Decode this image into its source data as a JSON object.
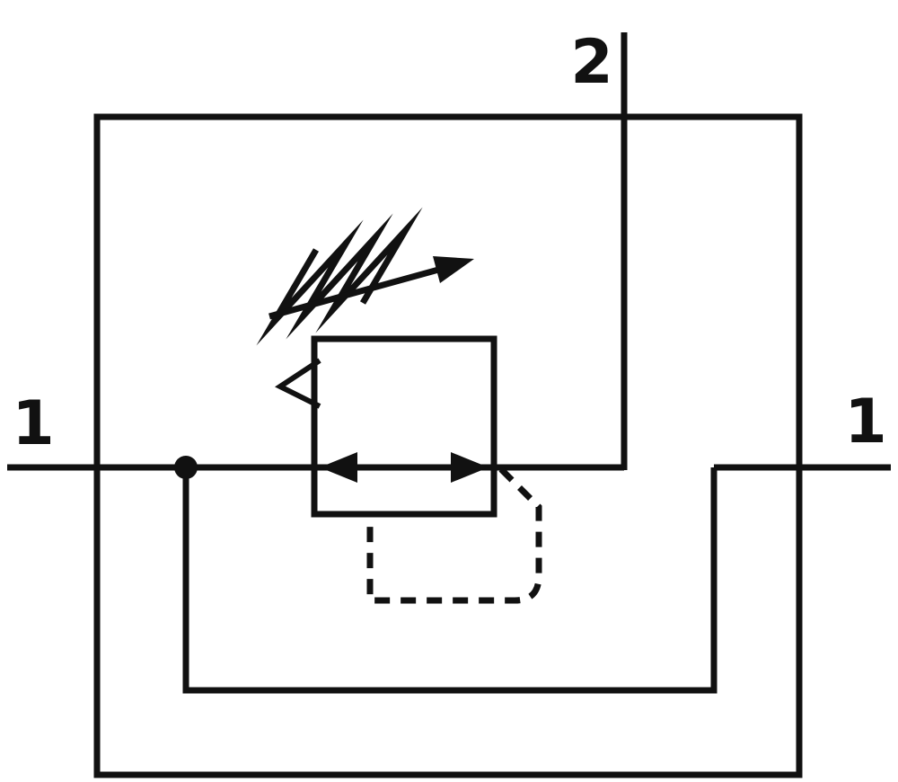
{
  "diagram": {
    "ports": {
      "port1_left": "1",
      "port2_top": "2",
      "port1_right": "1"
    },
    "colors": {
      "line": "#111111",
      "background": "#ffffff"
    }
  }
}
